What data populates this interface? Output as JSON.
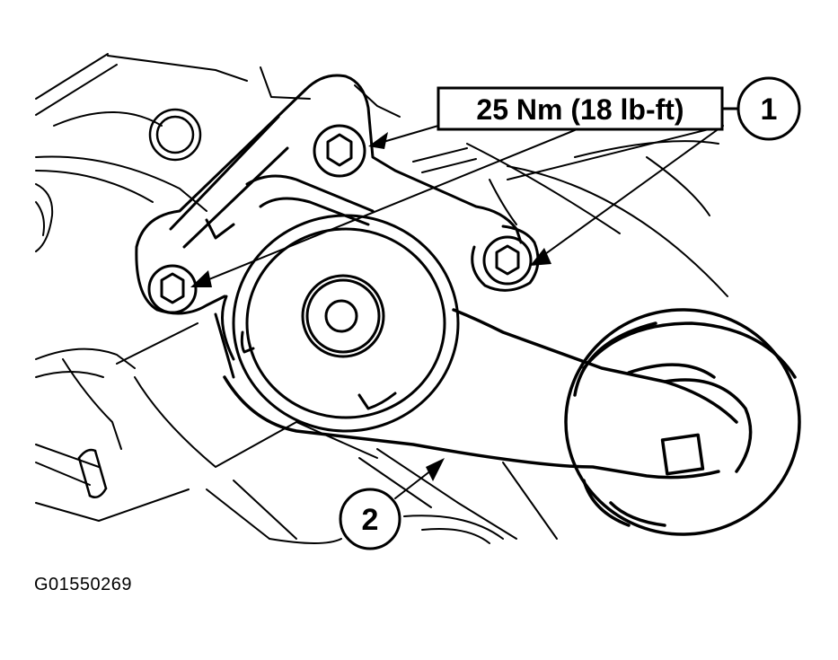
{
  "callouts": {
    "torque_spec": "25 Nm (18 lb-ft)",
    "callout_1": "1",
    "callout_2": "2"
  },
  "figure_id": "G01550269",
  "colors": {
    "line": "#000000",
    "background": "#ffffff"
  }
}
